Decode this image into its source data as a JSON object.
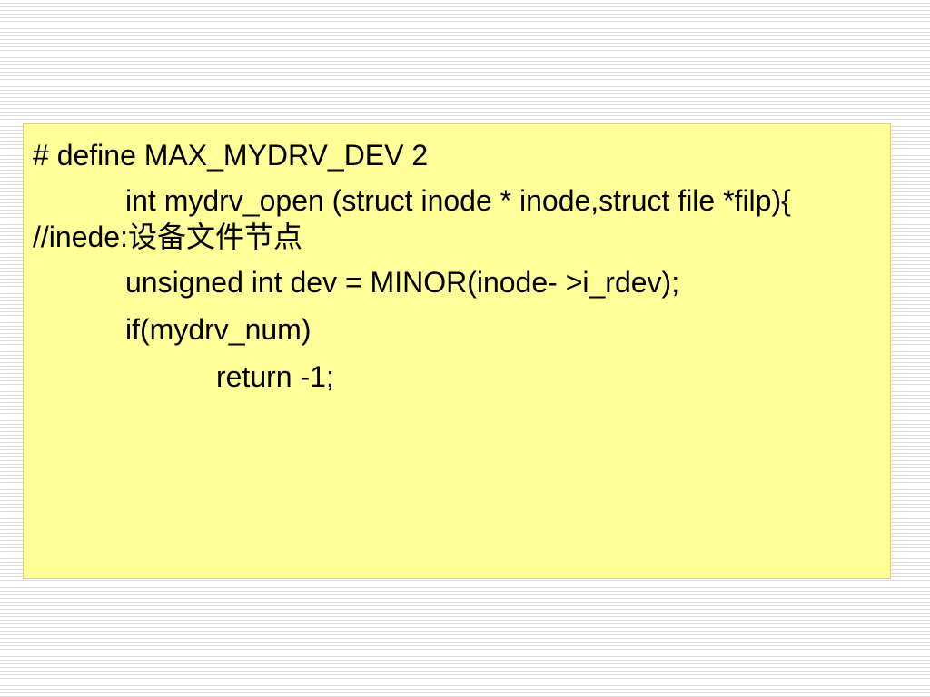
{
  "slide": {
    "code_lines": [
      "# define MAX_MYDRV_DEV 2",
      "int mydrv_open (struct inode * inode,struct file *filp){  //inede:",
      "设备文件节点",
      "unsigned int dev = MINOR(inode- >i_rdev);",
      "if(mydrv_num)",
      "return -1;"
    ]
  }
}
